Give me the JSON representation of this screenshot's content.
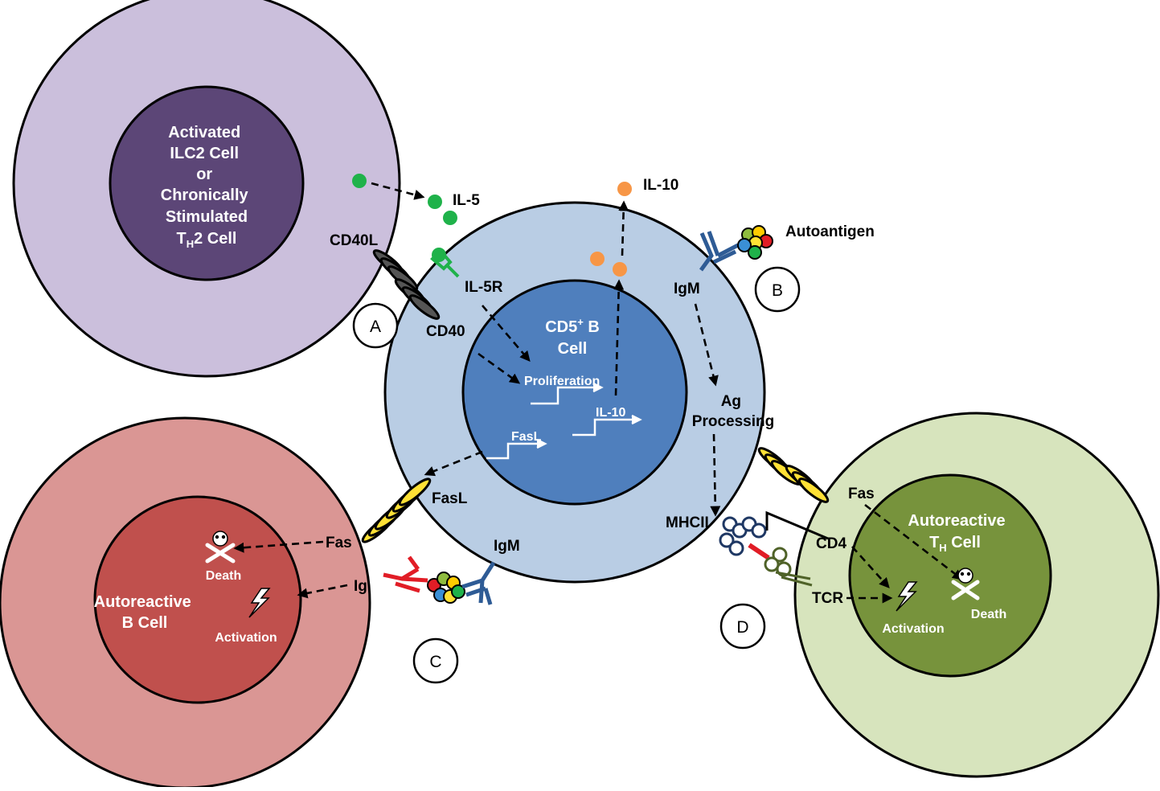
{
  "cells": {
    "ilc2": {
      "lines": [
        "Activated",
        "ILC2 Cell",
        "or",
        "Chronically",
        "Stimulated",
        "T",
        "H",
        "2 Cell"
      ]
    },
    "cd5b": {
      "line1": "CD5",
      "sup": "+",
      "line1_end": " B",
      "line2": "Cell"
    },
    "auto_b": {
      "lines": [
        "Autoreactive",
        "B Cell"
      ]
    },
    "auto_t": {
      "line1": "Autoreactive",
      "line2_pre": "T",
      "line2_sub": "H",
      "line2_post": " Cell"
    }
  },
  "labels": {
    "il5": "IL-5",
    "il10_top": "IL-10",
    "autoantigen": "Autoantigen",
    "cd40l": "CD40L",
    "il5r": "IL-5R",
    "cd40": "CD40",
    "igm_top": "IgM",
    "ag_processing": [
      "Ag",
      "Processing"
    ],
    "proliferation": "Proliferation",
    "il10_gene": "IL-10",
    "fasl_gene": "FasL",
    "fasl": "FasL",
    "fas_left": "Fas",
    "ig": "Ig",
    "igm_bottom": "IgM",
    "death_left": "Death",
    "activation_left": "Activation",
    "mhcii": "MHCII",
    "fas_right": "Fas",
    "cd4": "CD4",
    "tcr": "TCR",
    "activation_right": "Activation",
    "death_right": "Death"
  },
  "panels": {
    "a": "A",
    "b": "B",
    "c": "C",
    "d": "D"
  },
  "colors": {
    "ilc2_outer": "#cbbfdc",
    "ilc2_inner": "#5c4677",
    "cd5b_outer": "#b9cde4",
    "cd5b_inner": "#4f7fbd",
    "auto_b_outer": "#da9694",
    "auto_b_inner": "#c0504d",
    "auto_t_outer": "#d7e4bd",
    "auto_t_inner": "#77933c",
    "il5_dot": "#1fb24a",
    "il10_dot": "#f79646",
    "igm_receptor": "#2e5b95",
    "ig_receptor": "#e11d26",
    "fas_yellow": "#ffe135",
    "mhcii": "#1f3864",
    "tcr": "#4f6228"
  }
}
